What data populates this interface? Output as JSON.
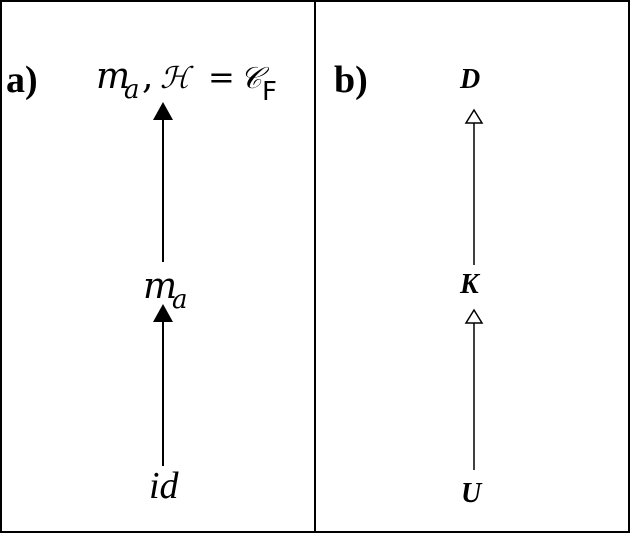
{
  "panel_a": {
    "label": "a)",
    "top_expr": {
      "m": "m",
      "sub_a": "a",
      "comma": ",",
      "h": "ℋ",
      "eq": "=",
      "c": "𝒞",
      "sub_f": "F"
    },
    "middle_expr": {
      "m": "m",
      "sub_a": "a"
    },
    "bottom_label": "id"
  },
  "panel_b": {
    "label": "b)",
    "top_node": "D",
    "middle_node": "K",
    "bottom_node": "U"
  }
}
